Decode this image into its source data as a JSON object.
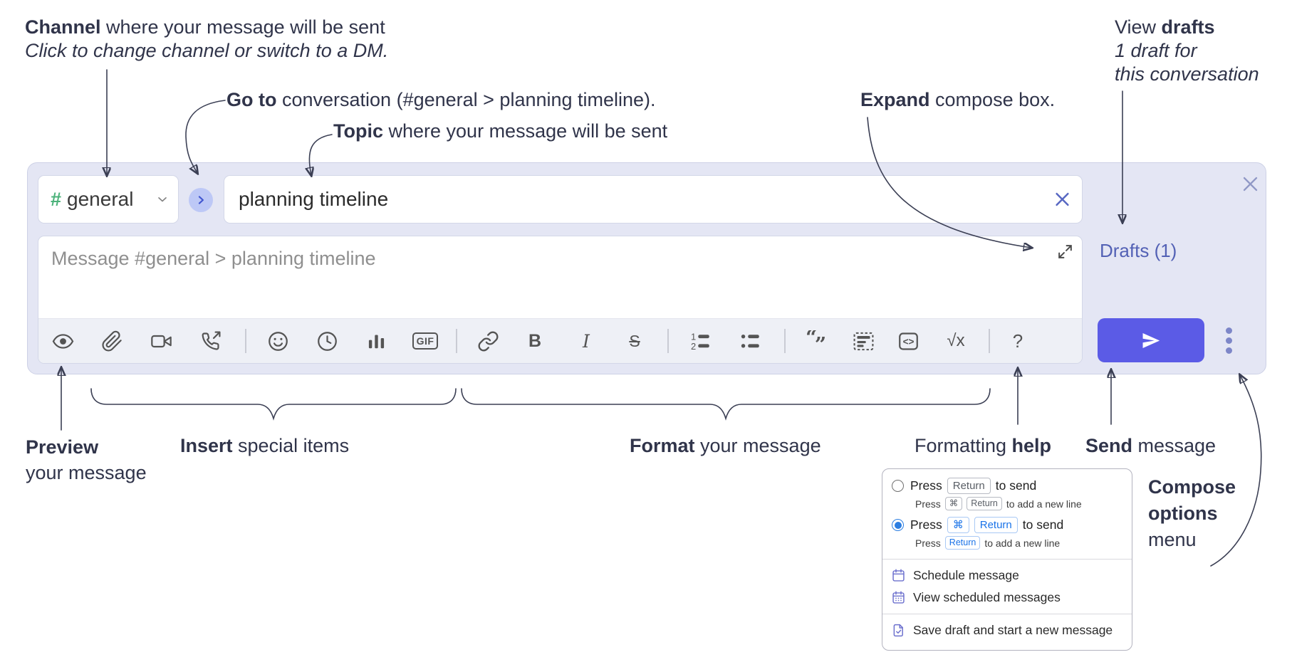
{
  "annotations": {
    "channel": {
      "lead_bold": "Channel",
      "rest": " where your message will be sent",
      "sub": "Click to change channel or switch to a DM."
    },
    "go_to": {
      "lead_bold": "Go to",
      "rest": " conversation (#general > planning timeline)."
    },
    "topic": {
      "lead_bold": "Topic",
      "rest": " where your message will be sent"
    },
    "expand": {
      "lead_bold": "Expand",
      "rest": " compose box."
    },
    "view_drafts": {
      "lead": "View ",
      "bold": "drafts",
      "line2": "1 draft for",
      "line3": "this conversation"
    },
    "preview": {
      "bold": "Preview",
      "line2": "your message"
    },
    "insert": {
      "lead_bold": "Insert",
      "rest": " special items"
    },
    "format": {
      "lead_bold": "Format",
      "rest": " your message"
    },
    "formatting_help": {
      "lead": "Formatting ",
      "bold": "help"
    },
    "send": {
      "lead_bold": "Send",
      "rest": " message"
    },
    "compose_options": {
      "line1": "Compose",
      "line2": "options",
      "line3": "menu"
    }
  },
  "compose": {
    "channel": {
      "hash": "#",
      "name": "general"
    },
    "topic": {
      "value": "planning timeline"
    },
    "message": {
      "placeholder": "Message #general > planning timeline"
    },
    "drafts_link": "Drafts (1)",
    "toolbar_icons": [
      "preview-eye",
      "attach-paperclip",
      "video-call",
      "audio-call",
      "emoji-smiley",
      "global-time-clock",
      "poll-chart",
      "gif",
      "link",
      "bold",
      "italic",
      "strikethrough",
      "numbered-list",
      "bulleted-list",
      "quote",
      "spoiler",
      "code",
      "math",
      "help"
    ],
    "toolbar_glyphs": {
      "gif": "GIF",
      "bold": "B",
      "italic": "I",
      "strike": "S",
      "code": "<>",
      "math": "√x",
      "help": "?",
      "quote_open": "“",
      "quote_close": "”",
      "num1": "1",
      "num2": "2"
    }
  },
  "popup": {
    "option1": {
      "press": "Press",
      "key_return": "Return",
      "to_send": "to send",
      "sub_press": "Press",
      "sub_key_cmd": "⌘",
      "sub_key_return": "Return",
      "sub_rest": "to add a new line"
    },
    "option2": {
      "press": "Press",
      "key_cmd": "⌘",
      "key_return": "Return",
      "to_send": "to send",
      "sub_press": "Press",
      "sub_key_return": "Return",
      "sub_rest": "to add a new line"
    },
    "items": {
      "schedule": "Schedule message",
      "view_scheduled": "View scheduled messages",
      "save_draft": "Save draft and start a new message"
    }
  },
  "colors": {
    "container_bg": "#e4e6f4",
    "accent_send": "#5b5be6",
    "drafts_link": "#5361b5",
    "channel_hash_green": "#4cb27a",
    "goto_circle_bg": "#bdc8f6",
    "radio_selected": "#2b7de1",
    "menu_icon_purple": "#6d71ce",
    "annotation_text": "#30344a"
  }
}
